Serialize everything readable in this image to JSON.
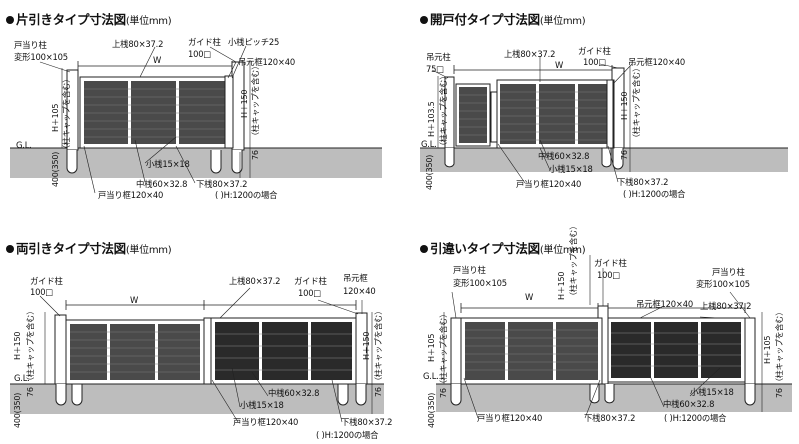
{
  "panels": {
    "katabiki": {
      "title": "片引きタイプ寸法図",
      "unit": "(単位mm)",
      "labels": {
        "todari_post_1": "戸当り柱",
        "todari_post_2": "変形100×105",
        "upper_rail": "上桟80×37.2",
        "guide_post_1": "ガイド柱",
        "guide_post_2": "100□",
        "small_pitch": "小桟ピッチ25",
        "hanging_frame": "吊元框120×40",
        "width": "W",
        "h105": "H＋105",
        "h150": "H＋150",
        "cap_left": "（柱キャップを含む）",
        "cap_right": "（柱キャップを含む）",
        "gl": "G.L.",
        "dim_76": "76",
        "dim_400": "400(350)",
        "small_rail": "小桟15×18",
        "middle_rail": "中桟60×32.8",
        "lower_rail": "下桟80×37.2",
        "stopper_frame": "戸当り框120×40",
        "note": "(   )H:1200の場合"
      }
    },
    "kaido": {
      "title": "開戸付タイプ寸法図",
      "unit": "(単位mm)",
      "labels": {
        "hanging_post_1": "吊元柱",
        "hanging_post_2": "75□",
        "upper_rail": "上桟80×37.2",
        "guide_post_1": "ガイド柱",
        "guide_post_2": "100□",
        "hanging_frame": "吊元框120×40",
        "width": "W",
        "h1035": "H＋103.5",
        "cap_left": "（柱キャップを含む）",
        "h150": "H＋150",
        "cap_right": "（柱キャップを含む）",
        "gl": "G.L.",
        "dim_76": "76",
        "dim_400": "400(350)",
        "middle_rail": "中桟60×32.8",
        "small_rail": "小桟15×18",
        "stopper_frame": "戸当り框120×40",
        "lower_rail": "下桟80×37.2",
        "note": "(   )H:1200の場合"
      }
    },
    "ryobiki": {
      "title": "両引きタイプ寸法図",
      "unit": "(単位mm)",
      "labels": {
        "upper_rail": "上桟80×37.2",
        "guide_post_l1": "ガイド柱",
        "guide_post_l2": "100□",
        "guide_post_r1": "ガイド柱",
        "guide_post_r2": "100□",
        "hanging_frame_1": "吊元框",
        "hanging_frame_2": "120×40",
        "width": "W",
        "h150_left": "H＋150",
        "cap_left": "（柱キャップを含む）",
        "h150_right": "H＋150",
        "cap_right": "（柱キャップを含む）",
        "gl": "G.L.",
        "dim_76_left": "76",
        "dim_76_right": "76",
        "dim_400": "400(350)",
        "middle_rail": "中桟60×32.8",
        "small_rail": "小桟15×18",
        "stopper_frame": "戸当り框120×40",
        "lower_rail": "下桟80×37.2",
        "note": "(   )H:1200の場合"
      }
    },
    "hikichigai": {
      "title": "引違いタイプ寸法図",
      "unit": "(単位mm)",
      "labels": {
        "todari_post_l1": "戸当り柱",
        "todari_post_l2": "変形100×105",
        "h150_center": "H＋150",
        "cap_center": "（柱キャップを含む）",
        "guide_post_1": "ガイド柱",
        "guide_post_2": "100□",
        "todari_post_r1": "戸当り柱",
        "todari_post_r2": "変形100×105",
        "width": "W",
        "hanging_frame": "吊元框120×40",
        "upper_rail": "上桟80×37.2",
        "h105_left": "H＋105",
        "cap_left": "（柱キャップを含む）",
        "h105_right": "H＋105",
        "cap_right": "（柱キャップを含む）",
        "gl": "G.L.",
        "dim_76_left": "76",
        "dim_76_right": "76",
        "dim_400": "400(350)",
        "small_rail": "小桟15×18",
        "middle_rail": "中桟60×32.8",
        "stopper_frame": "戸当り框120×40",
        "lower_rail": "下桟80×37.2",
        "note": "(   )H:1200の場合"
      }
    }
  }
}
